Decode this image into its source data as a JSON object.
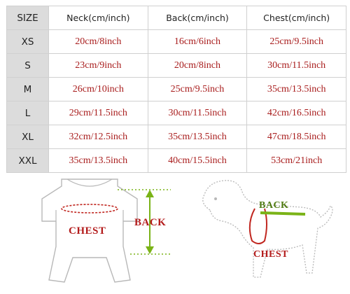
{
  "table": {
    "headers": [
      "SIZE",
      "Neck(cm/inch)",
      "Back(cm/inch)",
      "Chest(cm/inch)"
    ],
    "rows": [
      {
        "size": "XS",
        "neck": "20cm/8inch",
        "back": "16cm/6inch",
        "chest": "25cm/9.5inch"
      },
      {
        "size": "S",
        "neck": "23cm/9inch",
        "back": "20cm/8inch",
        "chest": "30cm/11.5inch"
      },
      {
        "size": "M",
        "neck": "26cm/10inch",
        "back": "25cm/9.5inch",
        "chest": "35cm/13.5inch"
      },
      {
        "size": "L",
        "neck": "29cm/11.5inch",
        "back": "30cm/11.5inch",
        "chest": "42cm/16.5inch"
      },
      {
        "size": "XL",
        "neck": "32cm/12.5inch",
        "back": "35cm/13.5inch",
        "chest": "47cm/18.5inch"
      },
      {
        "size": "XXL",
        "neck": "35cm/13.5inch",
        "back": "40cm/15.5inch",
        "chest": "53cm/21inch"
      }
    ]
  },
  "diagram": {
    "shirt_chest_label": "CHEST",
    "shirt_back_label": "BACK",
    "dog_back_label": "BACK",
    "dog_chest_label": "CHEST"
  },
  "colors": {
    "size_cell_bg": "#dcdcdc",
    "value_text": "#a81c1c",
    "back_arrow": "#7ab317",
    "chest_outline": "#c0261f",
    "label_red": "#b31b1b",
    "label_green": "#4f7a11"
  }
}
